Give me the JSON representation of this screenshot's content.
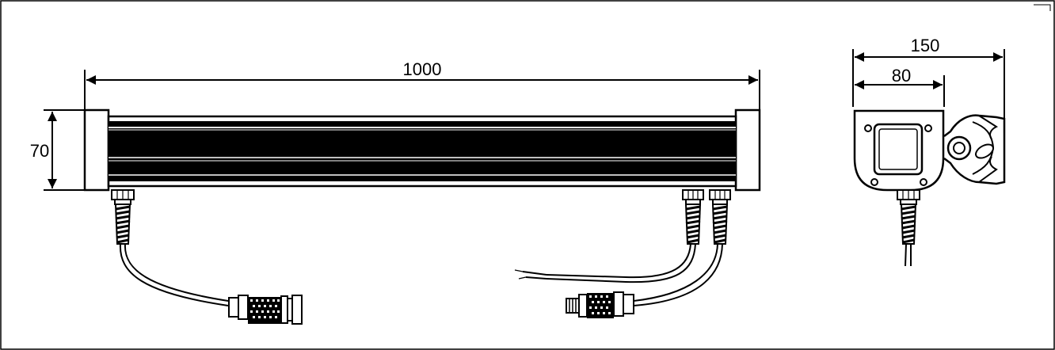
{
  "dimensions": {
    "length": "1000",
    "height": "70",
    "total_width": "150",
    "bracket_width": "80"
  },
  "colors": {
    "line": "#000000",
    "body": "#000000",
    "background": "#ffffff"
  }
}
